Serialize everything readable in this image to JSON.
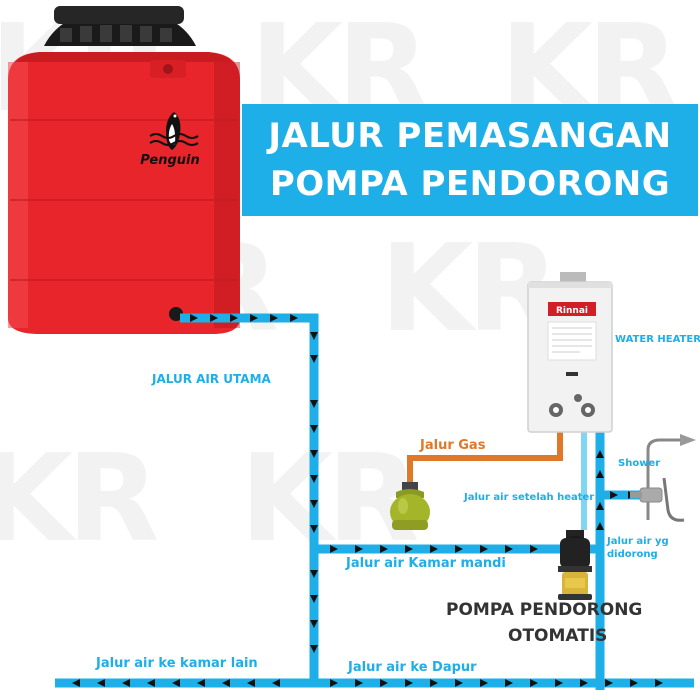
{
  "watermark": {
    "text": "KR"
  },
  "title": {
    "line1": "JALUR PEMASANGAN",
    "line2": "POMPA PENDORONG"
  },
  "tank": {
    "brand": "Penguin"
  },
  "heater": {
    "brand": "Rinnai"
  },
  "labels": {
    "water_heater": "WATER HEATER",
    "jalur_air_utama": "JALUR AIR UTAMA",
    "jalur_gas": "Jalur Gas",
    "shower": "Shower",
    "jalur_air_setelah_heater": "Jalur air setelah heater",
    "jalur_air_yg_didorong_1": "Jalur air yg",
    "jalur_air_yg_didorong_2": "didorong",
    "jalur_air_kamar_mandi": "Jalur air Kamar mandi",
    "pompa_line1": "POMPA PENDORONG",
    "pompa_line2": "OTOMATIS",
    "jalur_air_ke_kamar_lain": "Jalur air ke kamar lain",
    "jalur_air_ke_dapur": "Jalur air ke Dapur"
  },
  "colors": {
    "pipe": "#1eaee8",
    "gas": "#e0782a",
    "tank": "#e8252b",
    "title_bg": "#1eaee8",
    "arrow": "#111111"
  }
}
